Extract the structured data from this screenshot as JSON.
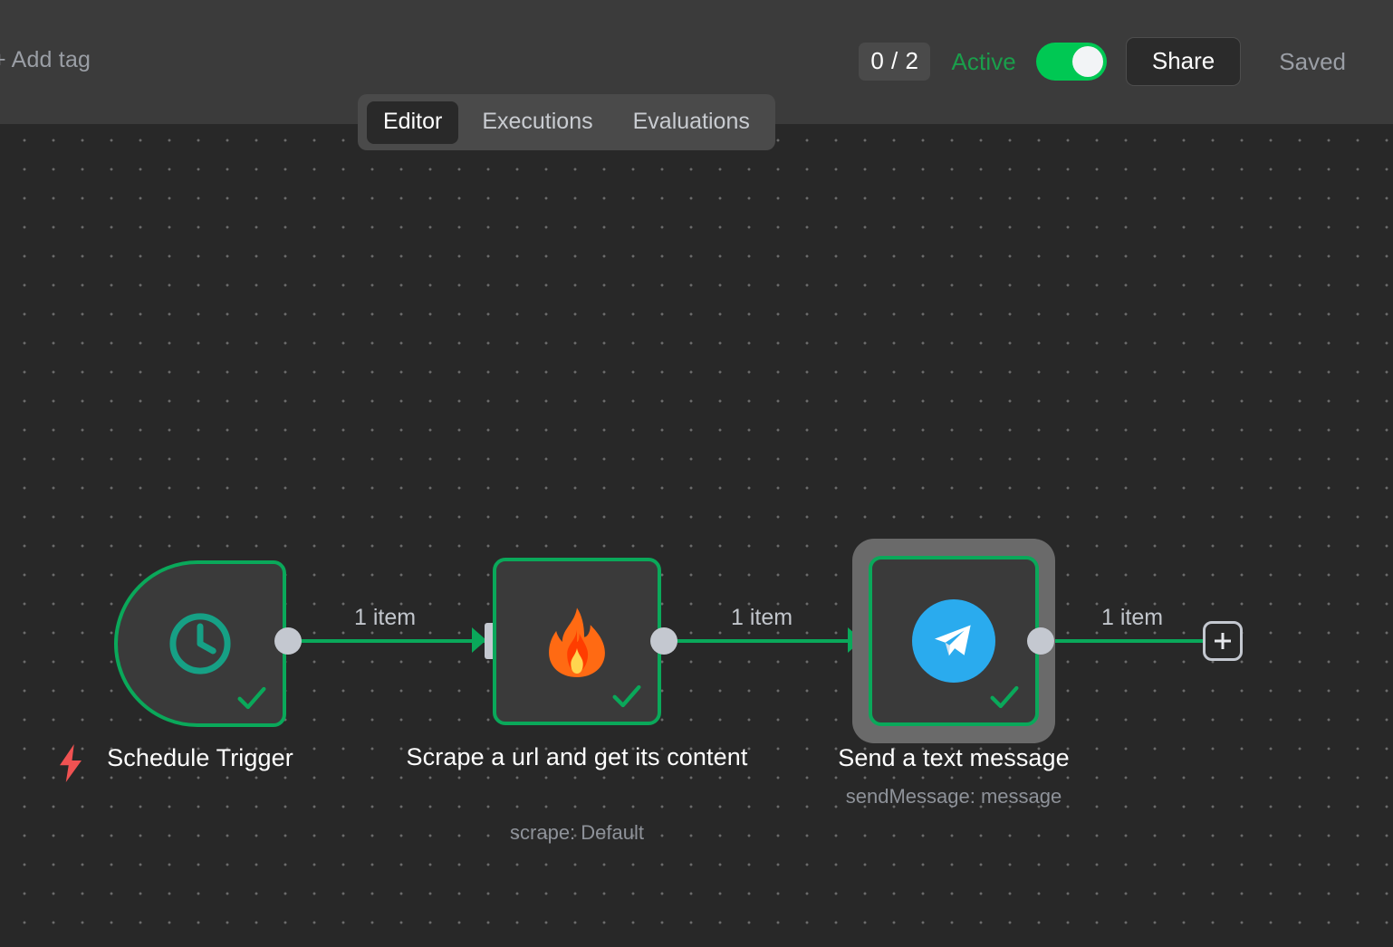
{
  "header": {
    "add_tag_label": "+ Add tag",
    "count_badge": "0 / 2",
    "active_label": "Active",
    "active_toggle_state": "on",
    "share_label": "Share",
    "saved_label": "Saved",
    "active_color": "#1a9e4b",
    "toggle_color": "#00c853"
  },
  "tabs": [
    {
      "label": "Editor",
      "active": true
    },
    {
      "label": "Executions",
      "active": false
    },
    {
      "label": "Evaluations",
      "active": false
    }
  ],
  "canvas": {
    "background_color": "#282828",
    "grid": "dotted",
    "node_border_color": "#0aa85a",
    "connection_color": "#0aa85a",
    "nodes": [
      {
        "id": "schedule-trigger",
        "title": "Schedule Trigger",
        "subtitle": "",
        "icon": "clock-icon",
        "icon_color": "#16a085",
        "shape": "trigger",
        "status": "success",
        "selected": false,
        "has_trigger_bolt": true
      },
      {
        "id": "scrape-url",
        "title": "Scrape a url and get its content",
        "subtitle": "scrape: Default",
        "icon": "fire-icon",
        "icon_color": "#ff6a13",
        "shape": "square",
        "status": "success",
        "selected": false,
        "has_trigger_bolt": false
      },
      {
        "id": "send-text-message",
        "title": "Send a text message",
        "subtitle": "sendMessage: message",
        "icon": "telegram-icon",
        "icon_color": "#2aabee",
        "shape": "square",
        "status": "success",
        "selected": true,
        "has_trigger_bolt": false
      }
    ],
    "connections": [
      {
        "from": "schedule-trigger",
        "to": "scrape-url",
        "label": "1 item"
      },
      {
        "from": "scrape-url",
        "to": "send-text-message",
        "label": "1 item"
      },
      {
        "from": "send-text-message",
        "to": "add-node",
        "label": "1 item"
      }
    ],
    "add_node_button": "+"
  }
}
